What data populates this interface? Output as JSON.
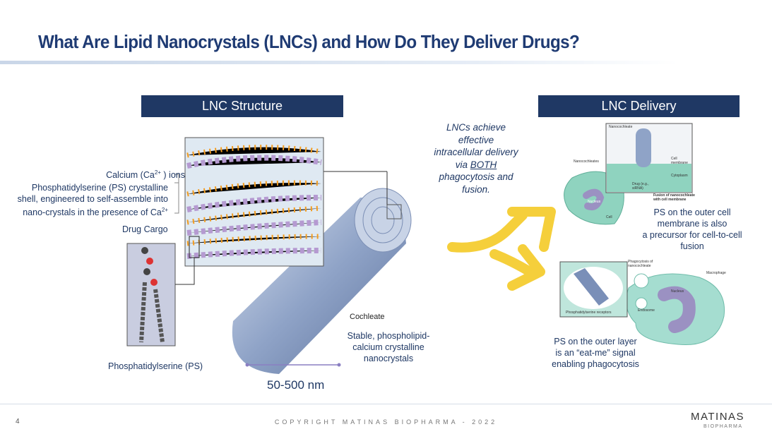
{
  "title": "What Are Lipid Nanocrystals (LNCs) and How Do They Deliver Drugs?",
  "structure": {
    "header": "LNC Structure",
    "calcium_label": "Calcium (Ca",
    "calcium_sup": "2+",
    "calcium_suffix": " ) ions",
    "ps_shell_line1": "Phosphatidylserine (PS) crystalline",
    "ps_shell_line2": "shell, engineered to self-assemble into",
    "ps_shell_line3": "nano-crystals in the presence of Ca",
    "ps_shell_sup": "2+",
    "drug_cargo": "Drug Cargo",
    "ps_molecule": "Phosphatidylserine (PS)",
    "cochleate": "Cochleate",
    "cochleate_desc_line1": "Stable, phospholipid-",
    "cochleate_desc_line2": "calcium crystalline",
    "cochleate_desc_line3": "nanocrystals",
    "scale": "50-500 nm"
  },
  "callout": {
    "line1": "LNCs achieve",
    "line2": "effective",
    "line3": "intracellular delivery",
    "line4a": "via ",
    "line4b": "BOTH",
    "line5": "phagocytosis and",
    "line6": "fusion."
  },
  "delivery": {
    "header": "LNC Delivery",
    "fusion_fig": {
      "nanocochleate": "Nanocochleate",
      "nanocochleates": "Nanocochleates",
      "cell_membrane": "Cell membrane",
      "cytoplasm": "Cytoplasm",
      "drug": "Drug (e.g., siRNA)",
      "caption": "Fusion of nanocochleate with cell membrane",
      "nucleus": "Nucleus",
      "cell": "Cell"
    },
    "fusion_text_line1": "PS on the outer cell",
    "fusion_text_line2": "membrane is also",
    "fusion_text_line3": "a precursor for cell-to-cell",
    "fusion_text_line4": "fusion",
    "phago_fig": {
      "phagocytosis": "Phagocytosis of nanocochleate",
      "macrophage": "Macrophage",
      "nucleus": "Nucleus",
      "endosome": "Endosome",
      "receptors": "Phosphatidylserine receptors"
    },
    "phago_text_line1": "PS on the outer layer",
    "phago_text_line2": "is an “eat-me” signal",
    "phago_text_line3": "enabling phagocytosis"
  },
  "footer": {
    "page": "4",
    "copyright": "COPYRIGHT MATINAS BIOPHARMA - 2022",
    "logo": "MATINAS",
    "logo_sub": "BIOPHARMA"
  },
  "colors": {
    "navy": "#1f3864",
    "arrow": "#f5cf3b",
    "cell": "#8fd3bf"
  }
}
